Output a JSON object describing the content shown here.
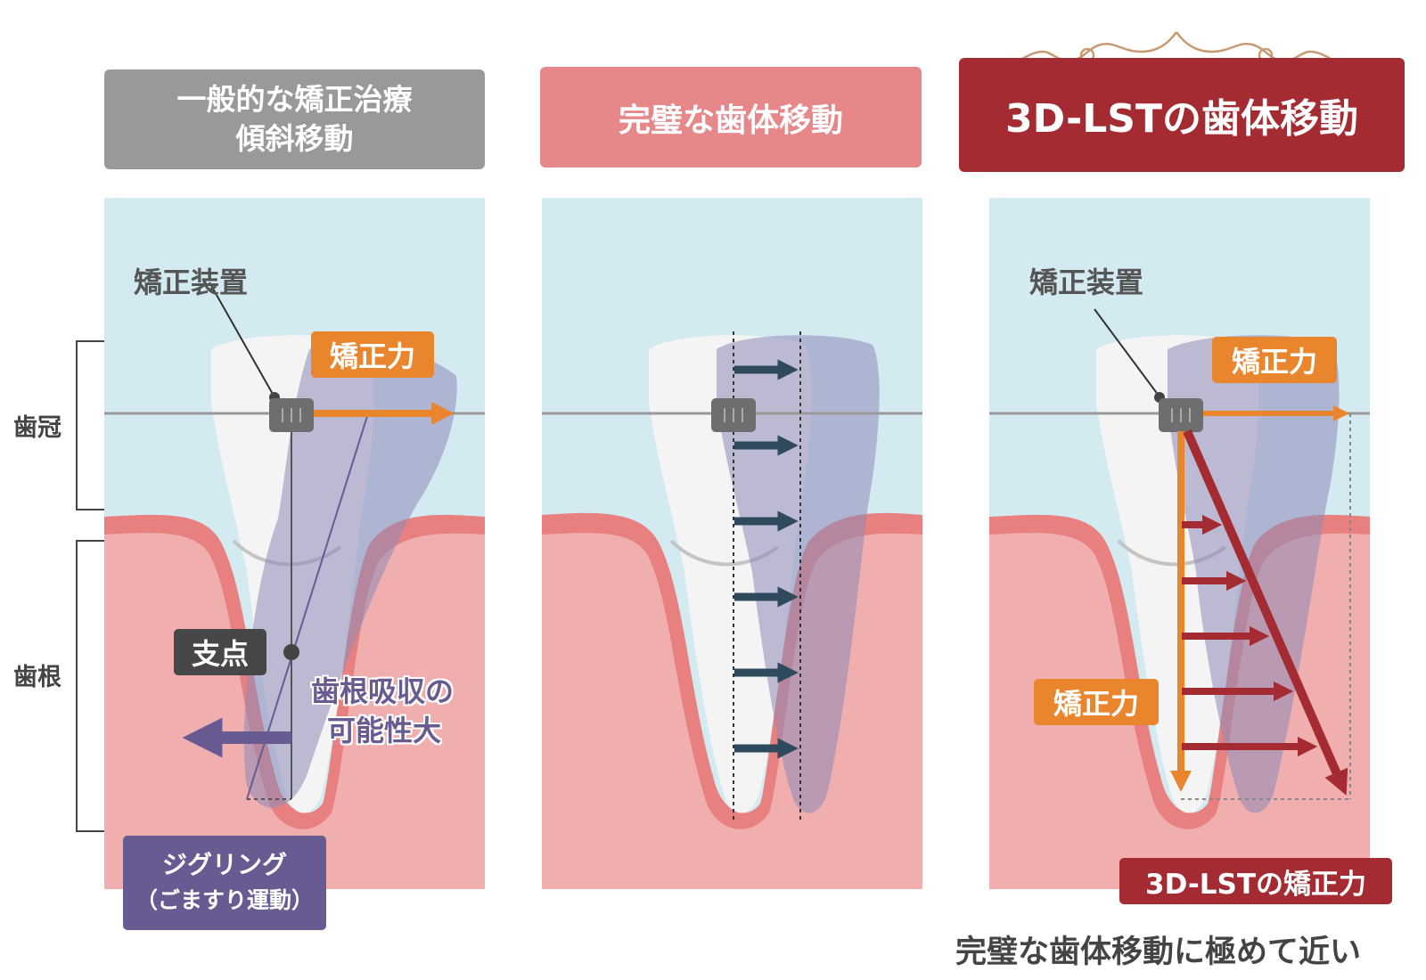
{
  "headers": {
    "left": {
      "line1": "一般的な矯正治療",
      "line2": "傾斜移動"
    },
    "middle": "完璧な歯体移動",
    "right": "3D-LSTの歯体移動"
  },
  "labels": {
    "appliance": "矯正装置",
    "force": "矯正力",
    "fulcrum": "支点",
    "resorption_line1": "歯根吸収の",
    "resorption_line2": "可能性大",
    "jiggling_line1": "ジグリング",
    "jiggling_line2": "（ごますり運動）",
    "crown": "歯冠",
    "root": "歯根",
    "lst_force": "3D-LSTの矯正力"
  },
  "footer": "完璧な歯体移動に極めて近い",
  "colors": {
    "sky": "#d3eaf1",
    "gum": "#f0aeae",
    "gum_edge": "#e7807f",
    "tooth": "#f4f4f4",
    "tooth_shadow": "#8e88b8",
    "orange": "#e9852d",
    "dark_red": "#a32b31",
    "navy_arrow": "#2f4a5c",
    "purple": "#675b91",
    "gray_header": "#999999",
    "pink_header": "#e6878a"
  }
}
